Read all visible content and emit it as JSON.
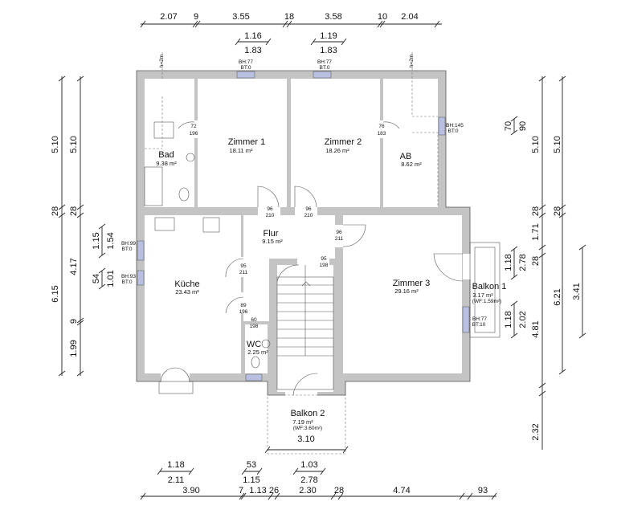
{
  "rooms": {
    "bad": {
      "name": "Bad",
      "area": "9.38 m²"
    },
    "zimmer1": {
      "name": "Zimmer 1",
      "area": "18.11 m²"
    },
    "zimmer2": {
      "name": "Zimmer 2",
      "area": "18.26 m²"
    },
    "ab": {
      "name": "AB",
      "area": "8.62 m²"
    },
    "flur": {
      "name": "Flur",
      "area": "9.15 m²"
    },
    "kueche": {
      "name": "Küche",
      "area": "23.43 m²"
    },
    "wc": {
      "name": "WC",
      "area": "2.25 m²"
    },
    "zimmer3": {
      "name": "Zimmer 3",
      "area": "29.16 m²"
    },
    "balkon1": {
      "name": "Balkon 1",
      "area": "3.17 m²",
      "wf": "(WF:1.59m²)"
    },
    "balkon2": {
      "name": "Balkon 2",
      "area": "7.19 m²",
      "wf": "(WF:3.60m²)"
    }
  },
  "doors": [
    {
      "w": "72",
      "h": "196"
    },
    {
      "w": "76",
      "h": "183"
    },
    {
      "w": "96",
      "h": "210"
    },
    {
      "w": "96",
      "h": "210"
    },
    {
      "w": "96",
      "h": "211"
    },
    {
      "w": "95",
      "h": "198"
    },
    {
      "w": "95",
      "h": "211"
    },
    {
      "w": "89",
      "h": "196"
    },
    {
      "w": "60",
      "h": "198"
    }
  ],
  "windows": [
    {
      "bh": "BH:77",
      "bt": "BT:0"
    },
    {
      "bh": "BH:77",
      "bt": "BT:0"
    },
    {
      "bh": "BH:145",
      "bt": "BT:0"
    },
    {
      "bh": "BH:99",
      "bt": "BT:0"
    },
    {
      "bh": "BH:93",
      "bt": "BT:0"
    },
    {
      "bh": "BH:77",
      "bt": "BT:10"
    }
  ],
  "height_marks": [
    "h=2m",
    "h=2m"
  ],
  "dims": {
    "top": [
      "2.07",
      "9",
      "3.55",
      "18",
      "3.58",
      "10",
      "2.04"
    ],
    "top_sub": [
      "1.16",
      "1.83",
      "1.19",
      "1.83"
    ],
    "left_outer": [
      "5.10",
      "28",
      "6.15"
    ],
    "left_inner": [
      "5.10",
      "28",
      "4.17",
      "9",
      "1.99"
    ],
    "left_small": [
      "1.15",
      "1.54",
      "54",
      "1.01"
    ],
    "right_outer": [
      "5.10",
      "28",
      "1.71",
      "28",
      "4.81",
      "2.32"
    ],
    "right_inner": [
      "5.10",
      "28",
      "6.21"
    ],
    "right_small": [
      "70",
      "90",
      "1.18",
      "2.78",
      "1.18",
      "2.02",
      "3.41"
    ],
    "balkon2_width": "3.10",
    "bottom_sub": [
      "1.18",
      "2.11",
      "53",
      "1.15",
      "1.03",
      "2.78"
    ],
    "bottom": [
      "3.90",
      "7",
      "1.13",
      "26",
      "2.30",
      "28",
      "4.74",
      "93"
    ]
  }
}
